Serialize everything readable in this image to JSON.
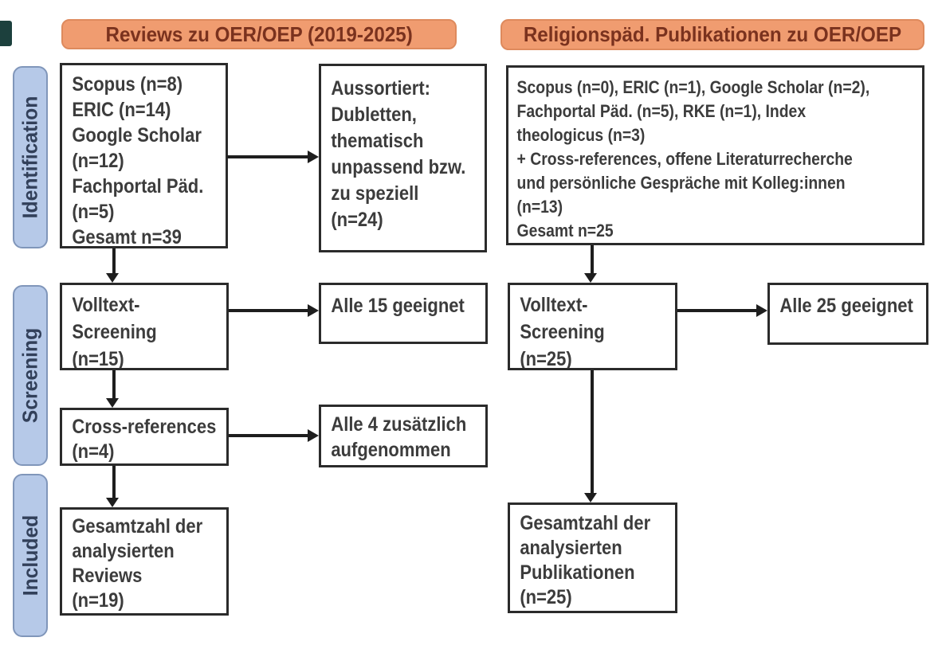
{
  "stages": {
    "identification": "Identification",
    "screening": "Screening",
    "included": "Included"
  },
  "columns": {
    "left": {
      "title": "Reviews zu OER/OEP (2019-2025)",
      "boxes": {
        "sources": "Scopus (n=8)\nERIC (n=14)\nGoogle Scholar\n(n=12)\nFachportal Päd.\n(n=5)\nGesamt n=39",
        "sorted_out": "Aussortiert:\nDubletten,\nthematisch\nunpassend bzw.\nzu speziell\n(n=24)",
        "fulltext_screening": "Volltext-\nScreening\n(n=15)",
        "all_suitable": "Alle 15 geeignet",
        "cross_references": "Cross-references\n(n=4)",
        "additionally_included": "Alle 4 zusätzlich\naufgenommen",
        "total_included": "Gesamtzahl der\nanalysierten\nReviews\n(n=19)"
      }
    },
    "right": {
      "title": "Religionspäd. Publikationen zu OER/OEP",
      "boxes": {
        "sources": "Scopus (n=0), ERIC (n=1), Google Scholar (n=2),\nFachportal Päd. (n=5), RKE (n=1), Index\ntheologicus (n=3)\n+ Cross-references, offene Literaturrecherche\nund persönliche Gespräche mit Kolleg:innen\n(n=13)\nGesamt n=25",
        "fulltext_screening": "Volltext-\nScreening\n(n=25)",
        "all_suitable": "Alle 25 geeignet",
        "total_included": "Gesamtzahl der\nanalysierten\nPublikationen\n(n=25)"
      }
    }
  },
  "colors": {
    "header_fill": "#F09C70",
    "header_border": "#DE8A5D",
    "header_text": "#7A321E",
    "stage_fill": "#B6C9E8",
    "stage_border": "#8096BA",
    "stage_text": "#32405A",
    "box_border": "#2B2B2B",
    "box_text": "#3C3C3C",
    "arrow": "#1E1E1E",
    "artifact": "#1C403D"
  }
}
